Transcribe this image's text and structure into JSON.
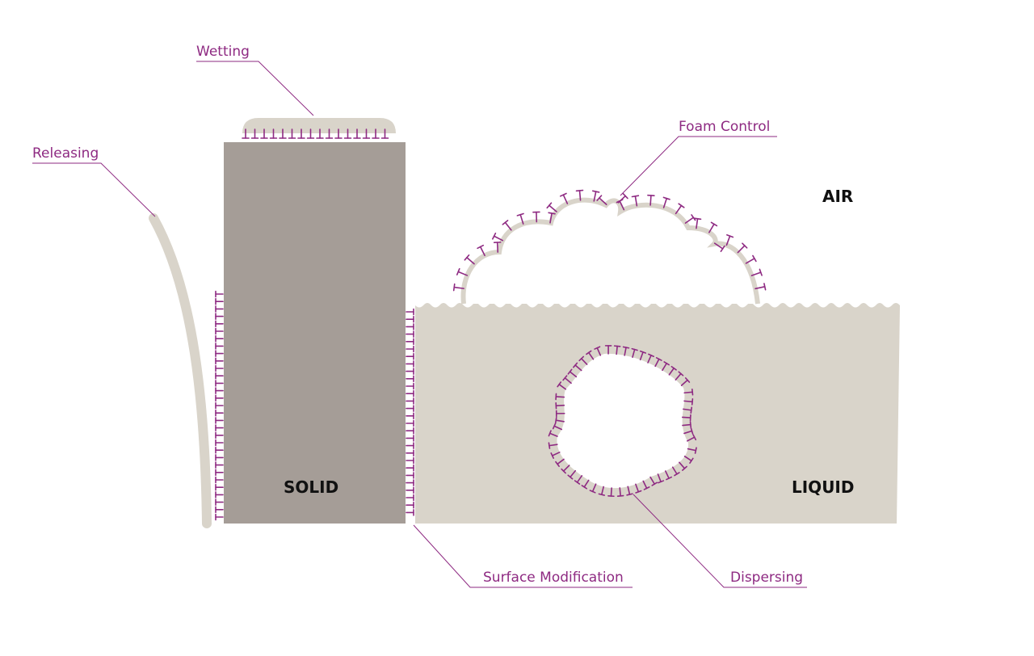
{
  "colors": {
    "solid": "#a59d97",
    "liquid": "#d9d4ca",
    "film": "#d9d4ca",
    "accent": "#8e2a82",
    "text": "#111111",
    "background": "#ffffff"
  },
  "regions": {
    "air": "AIR",
    "solid": "SOLID",
    "liquid": "LIQUID"
  },
  "callouts": {
    "wetting": "Wetting",
    "releasing": "Releasing",
    "foam_control": "Foam Control",
    "surface_modification": "Surface Modification",
    "dispersing": "Dispersing"
  }
}
